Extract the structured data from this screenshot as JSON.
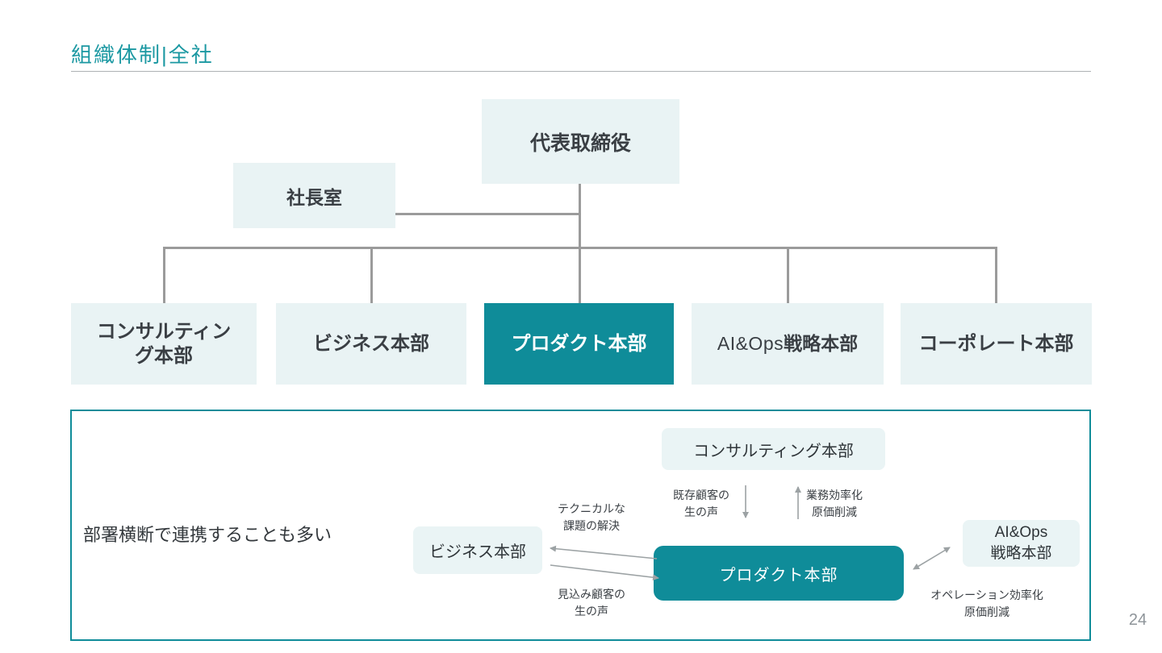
{
  "title": "組織体制|全社",
  "page_number": "24",
  "org_chart": {
    "ceo": "代表取締役",
    "president_office": "社長室",
    "dept_consulting": "コンサルティン\nグ本部",
    "dept_business": "ビジネス本部",
    "dept_product": "プロダクト本部",
    "dept_aiops_prefix": "AI&Ops",
    "dept_aiops_suffix": "戦略本部",
    "dept_corporate": "コーポレート本部"
  },
  "collaboration": {
    "note": "部署横断で連携することも多い",
    "node_consulting": "コンサルティング本部",
    "node_business": "ビジネス本部",
    "node_product": "プロダクト本部",
    "node_aiops": "AI&Ops\n戦略本部",
    "label_existing_customers": "既存顧客の\n生の声",
    "label_efficiency": "業務効率化\n原価削減",
    "label_technical": "テクニカルな\n課題の解決",
    "label_prospects": "見込み顧客の\n生の声",
    "label_operation": "オペレーション効率化\n原価削減"
  },
  "colors": {
    "accent_teal": "#0f8c99",
    "title_teal": "#1b98a2",
    "light_box_bg": "#e9f3f4",
    "connector_gray": "#9b9b9b",
    "arrow_gray": "#9ca2a4",
    "text_dark": "#3a3f44"
  }
}
